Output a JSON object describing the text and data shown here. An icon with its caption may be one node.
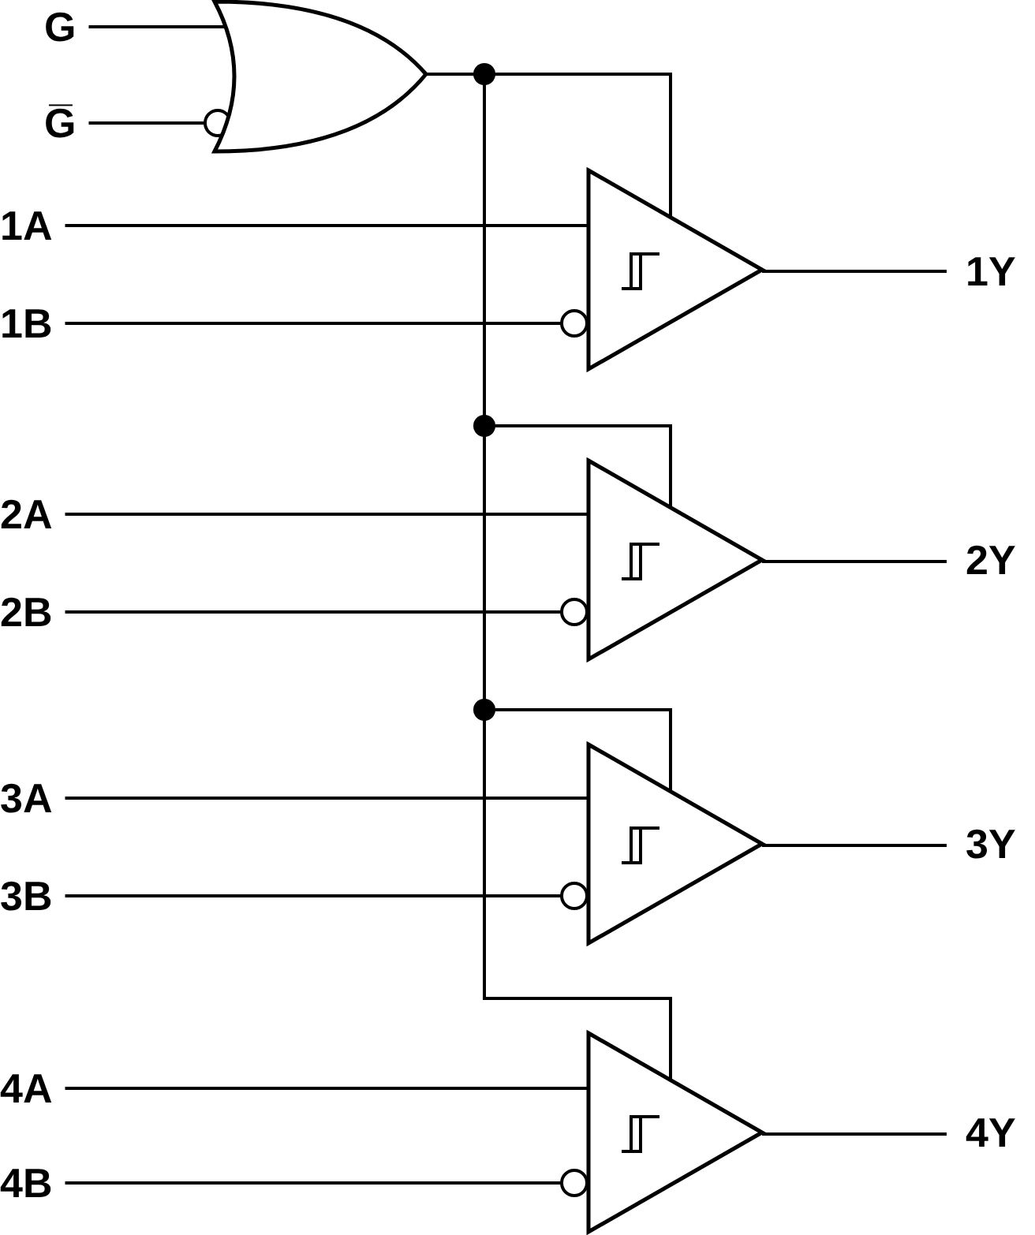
{
  "diagram": {
    "nodes": [
      {
        "text": [
          "G"
        ]
      },
      {
        "text": [
          "G̅"
        ]
      },
      {
        "text": [],
        "shape": "gate"
      },
      {
        "text": [
          "1A"
        ]
      },
      {
        "text": [
          "1B"
        ]
      },
      {
        "text": [],
        "shape": "triangle"
      },
      {
        "text": [
          "1Y"
        ]
      },
      {
        "text": [
          "2A"
        ]
      },
      {
        "text": [
          "2B"
        ]
      },
      {
        "text": [],
        "shape": "triangle"
      },
      {
        "text": [
          "2Y"
        ]
      },
      {
        "text": [
          "3A"
        ]
      },
      {
        "text": [
          "3B"
        ]
      },
      {
        "text": [],
        "shape": "triangle"
      },
      {
        "text": [
          "3Y"
        ]
      },
      {
        "text": [
          "4A"
        ]
      },
      {
        "text": [
          "4B"
        ]
      },
      {
        "text": [],
        "shape": "triangle"
      },
      {
        "text": [
          "4Y"
        ]
      }
    ],
    "edges": [
      {
        "from": 0,
        "to": 2,
        "arrow": "none"
      },
      {
        "from": 1,
        "to": 2,
        "arrow": "other"
      },
      {
        "from": 2,
        "to": 5,
        "arrow": "none"
      },
      {
        "from": 2,
        "to": 9,
        "arrow": "none"
      },
      {
        "from": 2,
        "to": 13,
        "arrow": "none"
      },
      {
        "from": 2,
        "to": 17,
        "arrow": "none"
      },
      {
        "from": 3,
        "to": 5,
        "arrow": "none"
      },
      {
        "from": 4,
        "to": 5,
        "arrow": "other"
      },
      {
        "from": 5,
        "to": 6,
        "arrow": "none"
      },
      {
        "from": 7,
        "to": 9,
        "arrow": "none"
      },
      {
        "from": 8,
        "to": 9,
        "arrow": "other"
      },
      {
        "from": 9,
        "to": 10,
        "arrow": "none"
      },
      {
        "from": 11,
        "to": 13,
        "arrow": "none"
      },
      {
        "from": 12,
        "to": 13,
        "arrow": "other"
      },
      {
        "from": 13,
        "to": 14,
        "arrow": "none"
      },
      {
        "from": 15,
        "to": 17,
        "arrow": "none"
      },
      {
        "from": 16,
        "to": 17,
        "arrow": "other"
      },
      {
        "from": 17,
        "to": 18,
        "arrow": "none"
      }
    ]
  }
}
